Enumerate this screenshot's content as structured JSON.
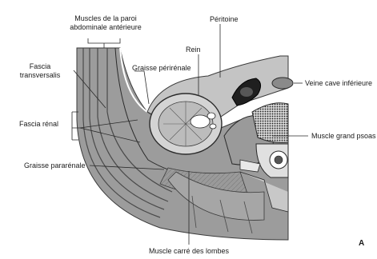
{
  "diagram": {
    "labels": {
      "muscles_paroi_line1": "Muscles de la paroi",
      "muscles_paroi_line2": "abdominale antérieure",
      "peritoine": "Péritoine",
      "rein": "Rein",
      "graisse_perirenale": "Graisse périrénale",
      "fascia_transversalis_line1": "Fascia",
      "fascia_transversalis_line2": "transversalis",
      "veine_cave": "Veine cave inférieure",
      "fascia_renal": "Fascia rénal",
      "muscle_psoas": "Muscle grand psoas",
      "graisse_pararenale": "Graisse pararénale",
      "muscle_carre": "Muscle carré des lombes"
    },
    "panel_letter": "A"
  }
}
